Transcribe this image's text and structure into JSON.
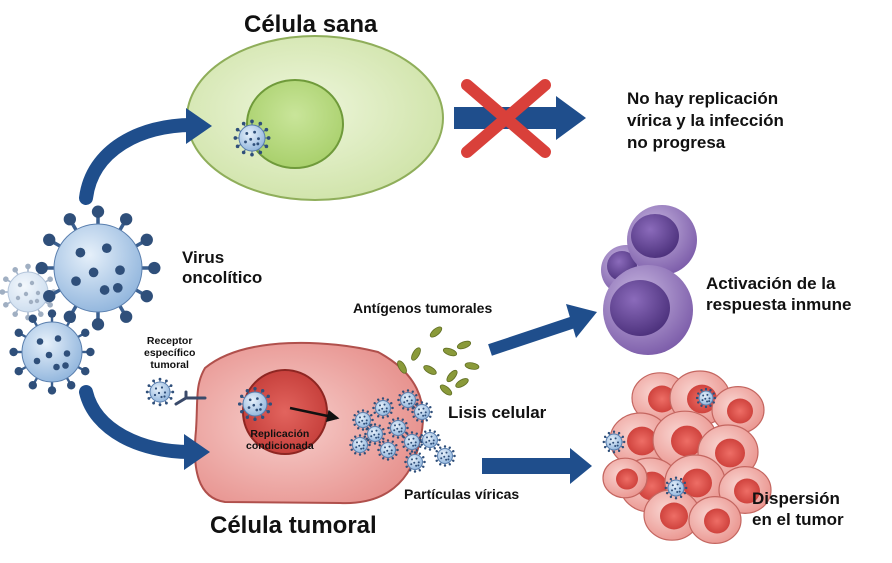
{
  "title_healthy": "Célula sana",
  "title_tumor": "Célula tumoral",
  "virus_label": [
    "Virus",
    "oncolítico"
  ],
  "no_replication_lines": [
    "No hay replicación",
    "vírica y la infección",
    "no progresa"
  ],
  "immune_lines": [
    "Activación de la",
    "respuesta inmune"
  ],
  "dispersion_lines": [
    "Dispersión",
    "en el tumor"
  ],
  "receptor_lines": [
    "Receptor",
    "específico",
    "tumoral"
  ],
  "replication_lines": [
    "Replicación",
    "condicionada"
  ],
  "antigens": "Antígenos tumorales",
  "lysis": "Lisis celular",
  "particles": "Partículas víricas",
  "colors": {
    "healthy_fill": "#dfeec4",
    "tumor_fill": "#f2b3b0",
    "arrow": "#1f4e8c",
    "cross": "#d9403a",
    "virus": "#9fc2e6",
    "immune": "#7f5fa8",
    "antigen": "#8a9a3a"
  }
}
